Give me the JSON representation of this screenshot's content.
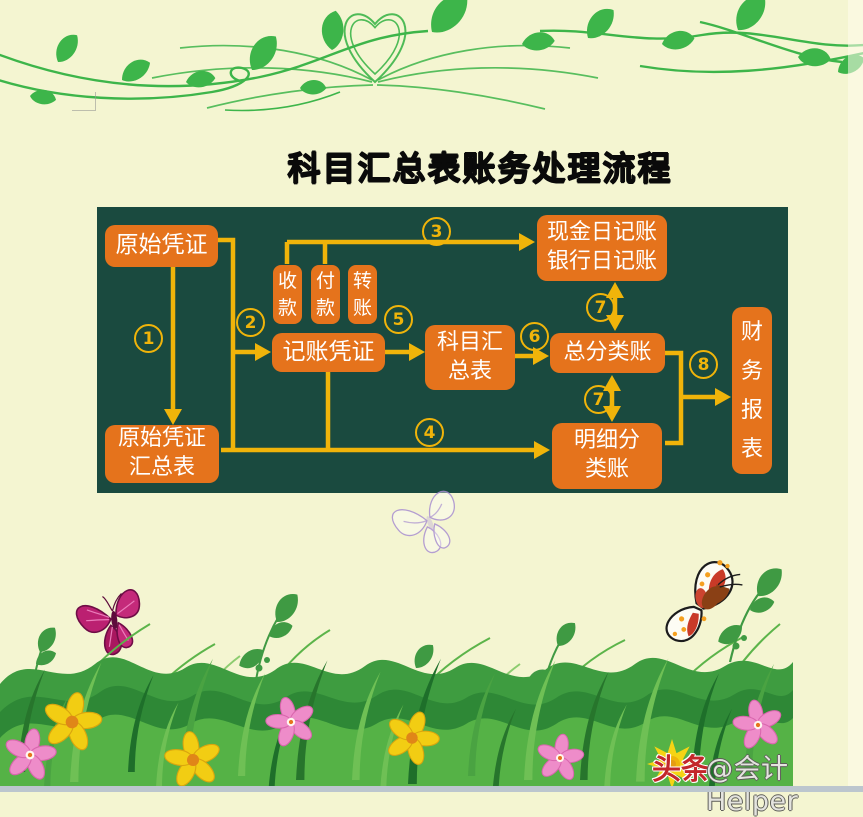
{
  "page": {
    "bg_color": "#f4f5d1",
    "title": "科目汇总表账务处理流程"
  },
  "flowchart": {
    "panel_color": "#1a4a3f",
    "node_color": "#e5731c",
    "arrow_color": "#f0b40a",
    "nodes": {
      "original_voucher": "原始凭证",
      "receipt_voucher": "收\n款",
      "payment_voucher": "付\n款",
      "transfer_voucher": "转\n账",
      "journal_voucher": "记账凭证",
      "subject_summary": "科目汇\n总表",
      "cash_bank_journal": "现金日记账\n银行日记账",
      "general_ledger": "总分类账",
      "subsidiary_ledger": "明细分\n类账",
      "financial_report": "财\n务\n报\n表",
      "original_voucher_summary": "原始凭证\n汇总表"
    },
    "steps": {
      "s1": "1",
      "s2": "2",
      "s3": "3",
      "s4": "4",
      "s5": "5",
      "s6": "6",
      "s7": "7",
      "s8": "8"
    }
  },
  "watermark": {
    "platform": "头条",
    "handle": "@会计Helper"
  }
}
